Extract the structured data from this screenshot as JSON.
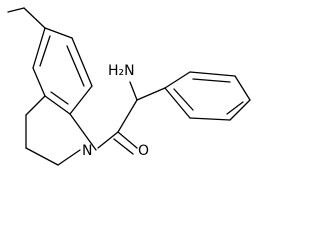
{
  "molecule": {
    "atoms": {
      "nitrogen": "N",
      "amine": "H₂N",
      "oxygen": "O"
    }
  }
}
